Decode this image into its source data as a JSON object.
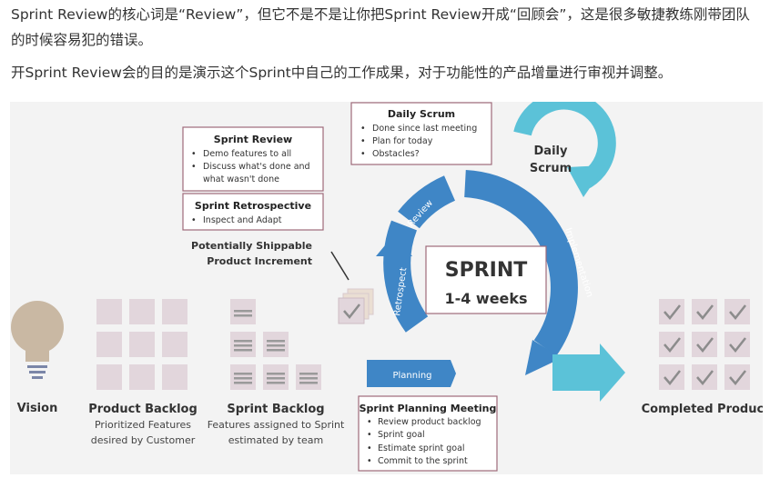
{
  "article": {
    "para1": "Sprint Review的核心词是“Review”，但它不是不是让你把Sprint Review开成“回顾会”，这是很多敏捷教练刚带团队的时候容易犯的错误。",
    "para2": "开Sprint Review会的目的是演示这个Sprint中自己的工作成果，对于功能性的产品增量进行审视并调整。"
  },
  "diagram": {
    "colors": {
      "blue": "#3f86c6",
      "light_blue": "#5bc2d8",
      "box_border": "#9e6a7a",
      "tile": "#e2d6dc",
      "bulb": "#c9b8a3",
      "check": "#8c8c8c"
    },
    "sprint_review_box": {
      "title": "Sprint Review",
      "items": [
        "Demo features to all",
        "Discuss what's done and",
        "what wasn't done"
      ]
    },
    "sprint_retro_box": {
      "title": "Sprint Retrospective",
      "items": [
        "Inspect and Adapt"
      ]
    },
    "daily_scrum_box": {
      "title": "Daily Scrum",
      "items": [
        "Done since last meeting",
        "Plan for today",
        "Obstacles?"
      ]
    },
    "daily_scrum_label": [
      "Daily",
      "Scrum"
    ],
    "cycle_labels": {
      "review": "Review",
      "implementation": "Implementation",
      "retrospect": "Retrospect",
      "planning": "Planning"
    },
    "sprint_center": {
      "title": "SPRINT",
      "duration": "1-4 weeks"
    },
    "shippable_label": [
      "Potentially Shippable",
      "Product Increment"
    ],
    "planning_meeting_box": {
      "title": "Sprint Planning Meeting",
      "items": [
        "Review product backlog",
        "Sprint goal",
        "Estimate sprint goal",
        "Commit to the sprint"
      ]
    },
    "vision": {
      "title": "Vision"
    },
    "product_backlog": {
      "title": "Product Backlog",
      "sub": [
        "Prioritized Features",
        "desired by Customer"
      ]
    },
    "sprint_backlog": {
      "title": "Sprint Backlog",
      "sub": [
        "Features assigned to Sprint",
        "estimated by team"
      ]
    },
    "completed_product": {
      "title": "Completed Product"
    }
  }
}
